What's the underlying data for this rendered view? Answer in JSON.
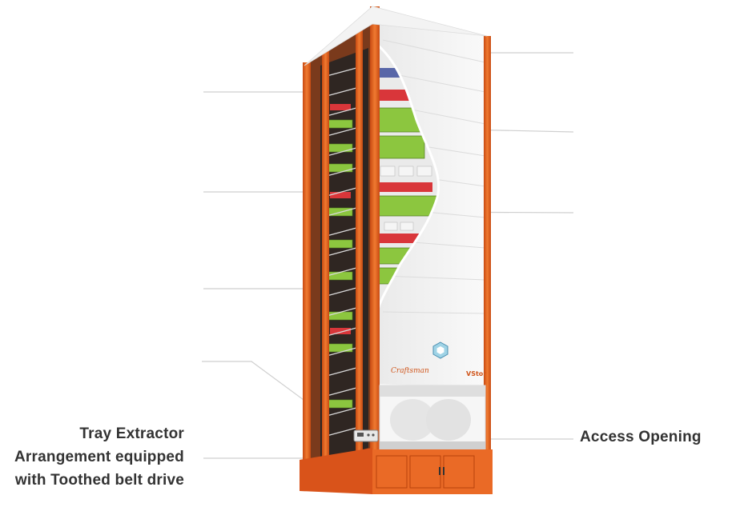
{
  "colors": {
    "frame_orange": "#e8621f",
    "frame_orange_dark": "#b8420c",
    "panel_white": "#f3f3f3",
    "tray_green": "#8cc63f",
    "tray_red": "#d9363a",
    "tray_blue": "#5866a8",
    "leader_line": "#c9c9c9",
    "label_text": "#333333"
  },
  "labels": {
    "tray_extractor": [
      "Tray Extractor",
      "Arrangement equipped",
      "with Toothed belt drive"
    ],
    "access_opening": "Access Opening"
  },
  "branding": {
    "logo_left": "Craftsman",
    "logo_right": "VStor"
  },
  "icons": {
    "center_badge": "hexagon-logo-icon",
    "control_panel": "control-panel-icon"
  }
}
